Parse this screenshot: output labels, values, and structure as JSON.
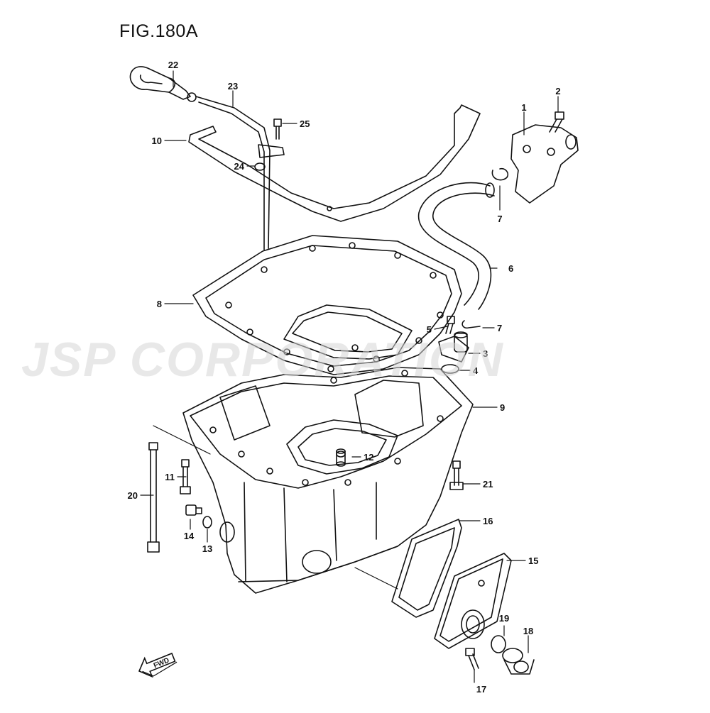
{
  "figure": {
    "title": "FIG.180A",
    "watermark": "JSP CORPORATION",
    "direction_label": "FWD"
  },
  "callouts": [
    {
      "id": "1",
      "label": "1"
    },
    {
      "id": "2",
      "label": "2"
    },
    {
      "id": "3",
      "label": "3"
    },
    {
      "id": "4",
      "label": "4"
    },
    {
      "id": "5",
      "label": "5"
    },
    {
      "id": "6",
      "label": "6"
    },
    {
      "id": "7a",
      "label": "7"
    },
    {
      "id": "7b",
      "label": "7"
    },
    {
      "id": "8",
      "label": "8"
    },
    {
      "id": "9",
      "label": "9"
    },
    {
      "id": "10",
      "label": "10"
    },
    {
      "id": "11",
      "label": "11"
    },
    {
      "id": "12",
      "label": "12"
    },
    {
      "id": "13",
      "label": "13"
    },
    {
      "id": "14",
      "label": "14"
    },
    {
      "id": "15",
      "label": "15"
    },
    {
      "id": "16",
      "label": "16"
    },
    {
      "id": "17",
      "label": "17"
    },
    {
      "id": "18",
      "label": "18"
    },
    {
      "id": "19",
      "label": "19"
    },
    {
      "id": "20",
      "label": "20"
    },
    {
      "id": "21",
      "label": "21"
    },
    {
      "id": "22",
      "label": "22"
    },
    {
      "id": "23",
      "label": "23"
    },
    {
      "id": "24",
      "label": "24"
    },
    {
      "id": "25",
      "label": "25"
    }
  ],
  "colors": {
    "ink": "#111111",
    "watermark": "#d6d6d6",
    "paper": "#ffffff"
  }
}
